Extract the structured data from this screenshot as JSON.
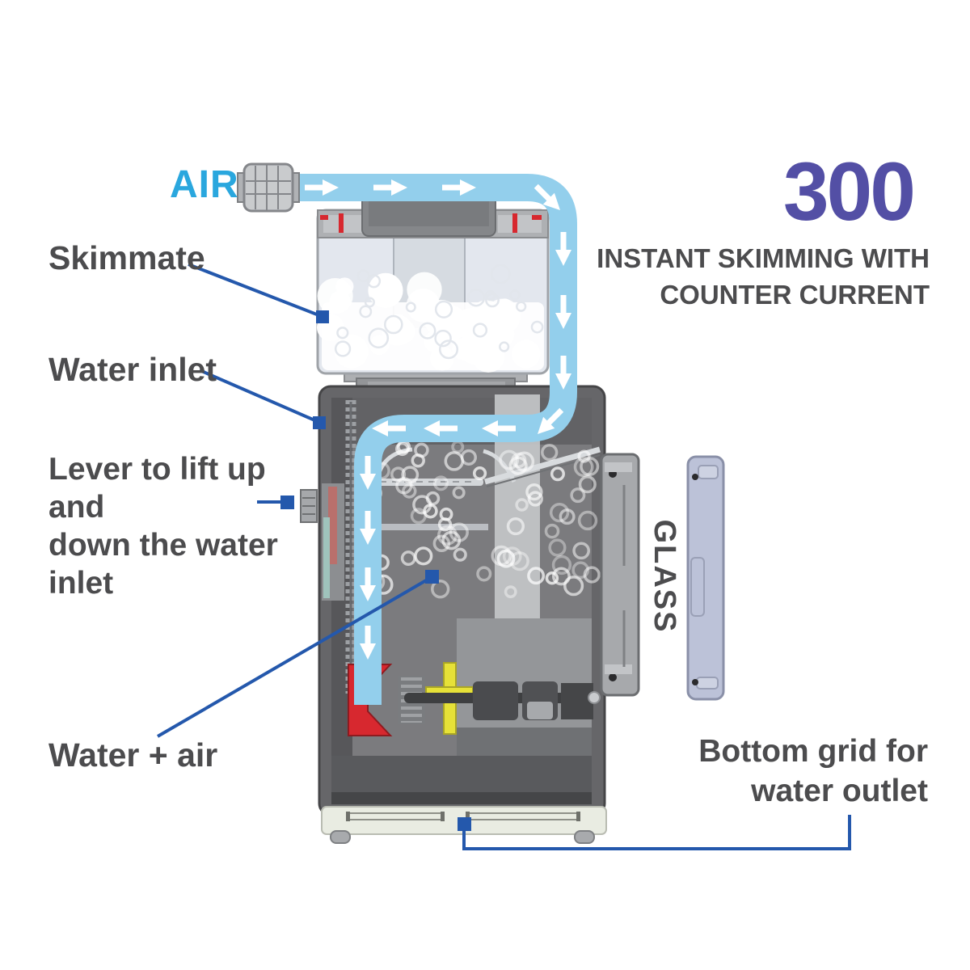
{
  "product": {
    "model": "300",
    "tagline_line1": "INSTANT SKIMMING WITH",
    "tagline_line2": "COUNTER CURRENT"
  },
  "labels": {
    "air": "AIR",
    "skimmate": "Skimmate",
    "water_inlet": "Water inlet",
    "lever_line1": "Lever to lift up and",
    "lever_line2": "down the water",
    "lever_line3": "inlet",
    "water_air": "Water + air",
    "glass": "GLASS",
    "bottom_grid_line1": "Bottom grid for",
    "bottom_grid_line2": "water outlet"
  },
  "colors": {
    "air_text": "#2AA7DE",
    "tube": "#93CFEC",
    "model_text": "#534FA5",
    "label_text": "#4C4C4E",
    "leader_blue": "#2458AC",
    "body_gray": "#6A6A6D",
    "impeller_red": "#D7282F",
    "impeller_yellow": "#E6E138",
    "base_white": "#E9ECE2",
    "glass_holder_lavender": "#BCC2D8"
  }
}
